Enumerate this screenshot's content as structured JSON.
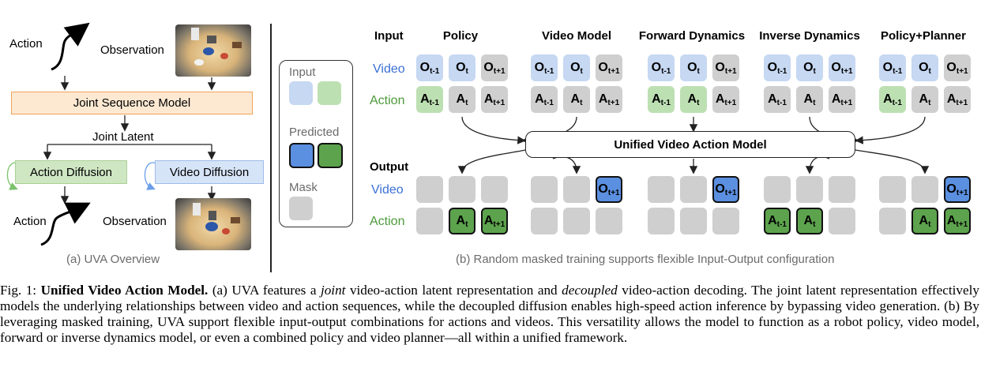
{
  "panel_a": {
    "action_in": "Action",
    "observation_in": "Observation",
    "joint_sequence_model": "Joint Sequence Model",
    "joint_latent": "Joint Latent",
    "action_diffusion": "Action Diffusion",
    "video_diffusion": "Video Diffusion",
    "action_out": "Action",
    "observation_out": "Observation",
    "subcaption": "(a) UVA Overview"
  },
  "legend": {
    "input": "Input",
    "predicted": "Predicted",
    "mask": "Mask"
  },
  "panel_b": {
    "input_header": "Input",
    "output_header": "Output",
    "video_label": "Video",
    "action_label": "Action",
    "output_video_label": "Video",
    "output_action_label": "Action",
    "model_label": "Unified  Video Action Model",
    "subcaption": "(b) Random masked training supports flexible Input-Output configuration",
    "groups": [
      {
        "title": "Policy",
        "in_video": [
          {
            "t": "O",
            "s": "t-1",
            "k": "in"
          },
          {
            "t": "O",
            "s": "t",
            "k": "in"
          },
          {
            "t": "O",
            "s": "t+1",
            "k": "mask"
          }
        ],
        "in_action": [
          {
            "t": "A",
            "s": "t-1",
            "k": "act"
          },
          {
            "t": "A",
            "s": "t",
            "k": "mask"
          },
          {
            "t": "A",
            "s": "t+1",
            "k": "mask"
          }
        ],
        "out_video": [
          {
            "t": "",
            "s": "",
            "k": "mask"
          },
          {
            "t": "",
            "s": "",
            "k": "mask"
          },
          {
            "t": "",
            "s": "",
            "k": "mask"
          }
        ],
        "out_action": [
          {
            "t": "",
            "s": "",
            "k": "mask"
          },
          {
            "t": "A",
            "s": "t",
            "k": "pa"
          },
          {
            "t": "A",
            "s": "t+1",
            "k": "pa"
          }
        ]
      },
      {
        "title": "Video Model",
        "in_video": [
          {
            "t": "O",
            "s": "t-1",
            "k": "in"
          },
          {
            "t": "O",
            "s": "t",
            "k": "in"
          },
          {
            "t": "O",
            "s": "t+1",
            "k": "mask"
          }
        ],
        "in_action": [
          {
            "t": "A",
            "s": "t-1",
            "k": "mask"
          },
          {
            "t": "A",
            "s": "t",
            "k": "mask"
          },
          {
            "t": "A",
            "s": "t+1",
            "k": "mask"
          }
        ],
        "out_video": [
          {
            "t": "",
            "s": "",
            "k": "mask"
          },
          {
            "t": "",
            "s": "",
            "k": "mask"
          },
          {
            "t": "O",
            "s": "t+1",
            "k": "pv"
          }
        ],
        "out_action": [
          {
            "t": "",
            "s": "",
            "k": "mask"
          },
          {
            "t": "",
            "s": "",
            "k": "mask"
          },
          {
            "t": "",
            "s": "",
            "k": "mask"
          }
        ]
      },
      {
        "title": "Forward Dynamics",
        "in_video": [
          {
            "t": "O",
            "s": "t-1",
            "k": "in"
          },
          {
            "t": "O",
            "s": "t",
            "k": "in"
          },
          {
            "t": "O",
            "s": "t+1",
            "k": "mask"
          }
        ],
        "in_action": [
          {
            "t": "A",
            "s": "t-1",
            "k": "act"
          },
          {
            "t": "A",
            "s": "t",
            "k": "act"
          },
          {
            "t": "A",
            "s": "t+1",
            "k": "mask"
          }
        ],
        "out_video": [
          {
            "t": "",
            "s": "",
            "k": "mask"
          },
          {
            "t": "",
            "s": "",
            "k": "mask"
          },
          {
            "t": "O",
            "s": "t+1",
            "k": "pv"
          }
        ],
        "out_action": [
          {
            "t": "",
            "s": "",
            "k": "mask"
          },
          {
            "t": "",
            "s": "",
            "k": "mask"
          },
          {
            "t": "",
            "s": "",
            "k": "mask"
          }
        ]
      },
      {
        "title": "Inverse Dynamics",
        "in_video": [
          {
            "t": "O",
            "s": "t-1",
            "k": "in"
          },
          {
            "t": "O",
            "s": "t",
            "k": "in"
          },
          {
            "t": "O",
            "s": "t+1",
            "k": "in"
          }
        ],
        "in_action": [
          {
            "t": "A",
            "s": "t-1",
            "k": "mask"
          },
          {
            "t": "A",
            "s": "t",
            "k": "mask"
          },
          {
            "t": "A",
            "s": "t+1",
            "k": "mask"
          }
        ],
        "out_video": [
          {
            "t": "",
            "s": "",
            "k": "mask"
          },
          {
            "t": "",
            "s": "",
            "k": "mask"
          },
          {
            "t": "",
            "s": "",
            "k": "mask"
          }
        ],
        "out_action": [
          {
            "t": "A",
            "s": "t-1",
            "k": "pa"
          },
          {
            "t": "A",
            "s": "t",
            "k": "pa"
          },
          {
            "t": "",
            "s": "",
            "k": "mask"
          }
        ]
      },
      {
        "title": "Policy+Planner",
        "in_video": [
          {
            "t": "O",
            "s": "t-1",
            "k": "in"
          },
          {
            "t": "O",
            "s": "t",
            "k": "in"
          },
          {
            "t": "O",
            "s": "t+1",
            "k": "mask"
          }
        ],
        "in_action": [
          {
            "t": "A",
            "s": "t-1",
            "k": "act"
          },
          {
            "t": "A",
            "s": "t",
            "k": "mask"
          },
          {
            "t": "A",
            "s": "t+1",
            "k": "mask"
          }
        ],
        "out_video": [
          {
            "t": "",
            "s": "",
            "k": "mask"
          },
          {
            "t": "",
            "s": "",
            "k": "mask"
          },
          {
            "t": "O",
            "s": "t+1",
            "k": "pv"
          }
        ],
        "out_action": [
          {
            "t": "",
            "s": "",
            "k": "mask"
          },
          {
            "t": "A",
            "s": "t",
            "k": "pa"
          },
          {
            "t": "A",
            "s": "t+1",
            "k": "pa"
          }
        ]
      }
    ]
  },
  "caption": {
    "fig_label": "Fig. 1:",
    "fig_title": "Unified Video Action Model.",
    "seg1": " (a) UVA features a ",
    "em1": "joint",
    "seg2": " video-action latent representation and ",
    "em2": "decoupled",
    "seg3": " video-action decoding. The joint latent representation effectively models the underlying relationships between video and action sequences, while the decoupled diffusion enables high-speed action inference by bypassing video generation. (b) By leveraging masked training, UVA support flexible input-output combinations for actions and videos. This versatility allows the model to function as a robot policy, video model, forward or inverse dynamics model, or even a combined policy and video planner—all within a unified framework."
  },
  "colors": {
    "input_blue": "#c6d8f2",
    "input_green": "#bde0b3",
    "predicted_blue": "#5b8fe0",
    "predicted_green": "#5da34d",
    "mask_grey": "#cfcfcf",
    "joint_model_fill": "#fde9d2",
    "joint_model_border": "#f0a35a",
    "action_diffusion_fill": "#cfe6c3",
    "video_diffusion_fill": "#d6e4f8"
  }
}
